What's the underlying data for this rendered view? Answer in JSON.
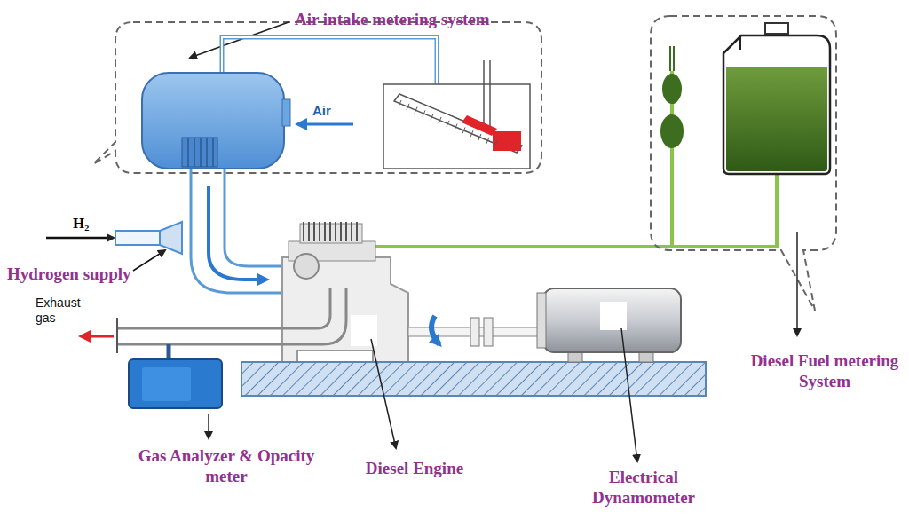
{
  "diagram": {
    "labels": [
      "Air intake metering system",
      "Air",
      "H₂",
      "Hydrogen supply",
      "Exhaust gas",
      "Gas Analyzer & Opacity meter",
      "Diesel Engine",
      "Electrical Dynamometer",
      "Diesel Fuel metering System"
    ]
  }
}
